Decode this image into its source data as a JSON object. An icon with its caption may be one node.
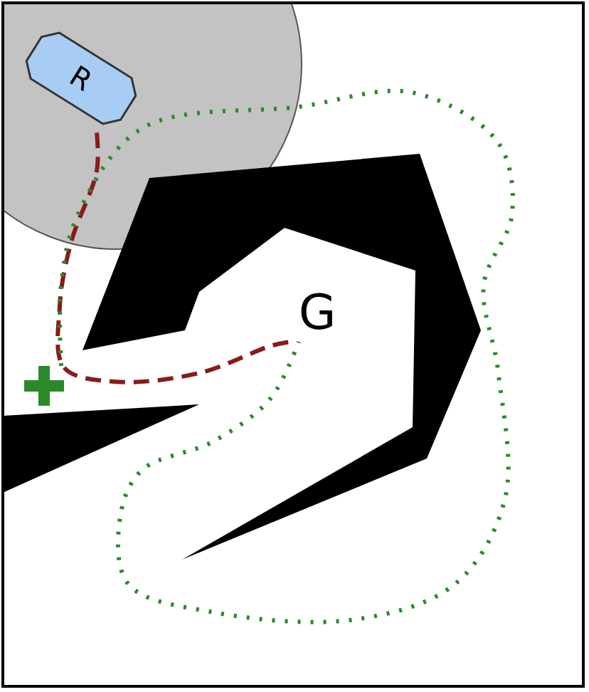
{
  "diagram": {
    "nodes": [
      {
        "text": [
          "R"
        ]
      },
      {
        "text": [
          "G"
        ]
      },
      {
        "text": [],
        "shape": "cross"
      }
    ],
    "edges": [
      {
        "from": 0,
        "to": 1,
        "arrow": "none",
        "style": "dashed",
        "color": "#8b1a1a"
      },
      {
        "from": 2,
        "to": 1,
        "arrow": "none",
        "style": "dashed",
        "color": "#2a8a2a"
      }
    ]
  }
}
